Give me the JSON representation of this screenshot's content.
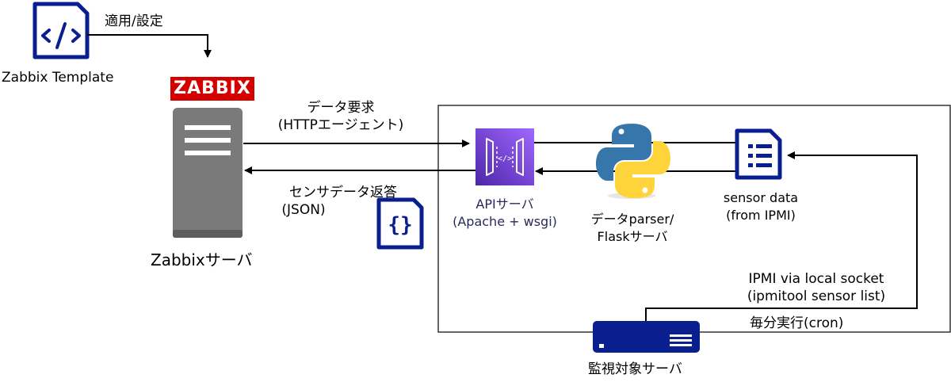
{
  "template": {
    "label": "Zabbix Template",
    "arrow_label": "適用/設定"
  },
  "zabbix": {
    "logo": "ZABBIX",
    "server_label": "Zabbixサーバ"
  },
  "request": {
    "line1": "データ要求",
    "line2": "(HTTPエージェント)"
  },
  "response": {
    "line1": "センサデータ返答",
    "line2": "(JSON)"
  },
  "api": {
    "line1": "APIサーバ",
    "line2": "(Apache + wsgi)"
  },
  "parser": {
    "line1": "データparser/",
    "line2": "Flaskサーバ"
  },
  "sensor": {
    "line1": "sensor data",
    "line2": "(from IPMI)"
  },
  "ipmi": {
    "line1": "IPMI via local socket",
    "line2": "(ipmitool sensor list)"
  },
  "cron": {
    "label": "毎分実行(cron)"
  },
  "monitored": {
    "label": "監視対象サーバ"
  },
  "colors": {
    "navy": "#0a1f8f",
    "aws_purple": "#6a32c9",
    "python_blue": "#3776ab",
    "python_yellow": "#ffd43b",
    "server_gray": "#7a7a7a",
    "zabbix_red": "#d40000"
  }
}
